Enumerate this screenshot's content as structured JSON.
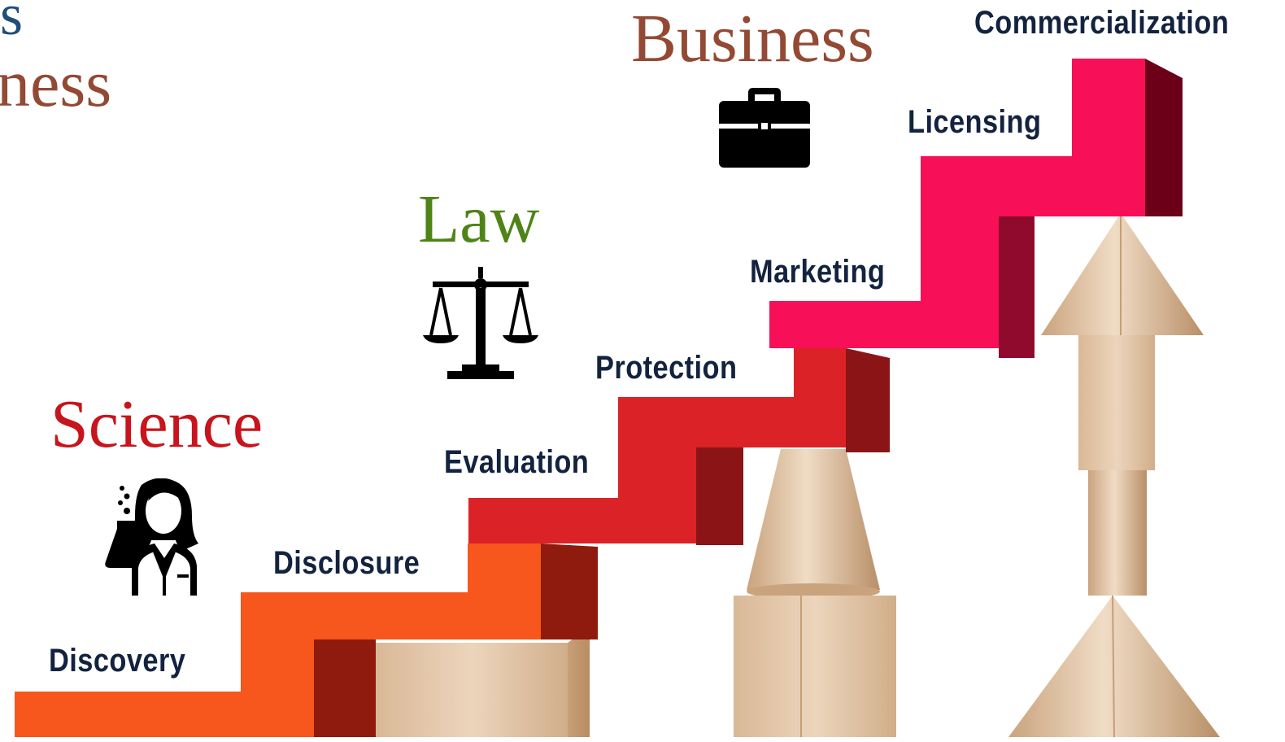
{
  "categories": {
    "science": {
      "label": "Science",
      "color": "#c8141c",
      "icon": "scientist-icon"
    },
    "law": {
      "label": "Law",
      "color": "#4e8417",
      "icon": "scales-of-justice-icon"
    },
    "business": {
      "label": "Business",
      "color": "#934933",
      "icon": "briefcase-icon"
    }
  },
  "cropped_text": {
    "top": "s",
    "middle": "ness"
  },
  "cropped_colors": {
    "top": "#1f4e79",
    "middle": "#934933"
  },
  "steps": [
    {
      "label": "Discovery",
      "color": "#f7561c"
    },
    {
      "label": "Disclosure",
      "color": "#f7561c"
    },
    {
      "label": "Evaluation",
      "color": "#db2226"
    },
    {
      "label": "Protection",
      "color": "#db2226"
    },
    {
      "label": "Marketing",
      "color": "#f70f58"
    },
    {
      "label": "Licensing",
      "color": "#f70f58"
    },
    {
      "label": "Commercialization",
      "color": "#f70f58"
    }
  ],
  "label_color": "#13233f",
  "wood_color": "#e2c6a6"
}
